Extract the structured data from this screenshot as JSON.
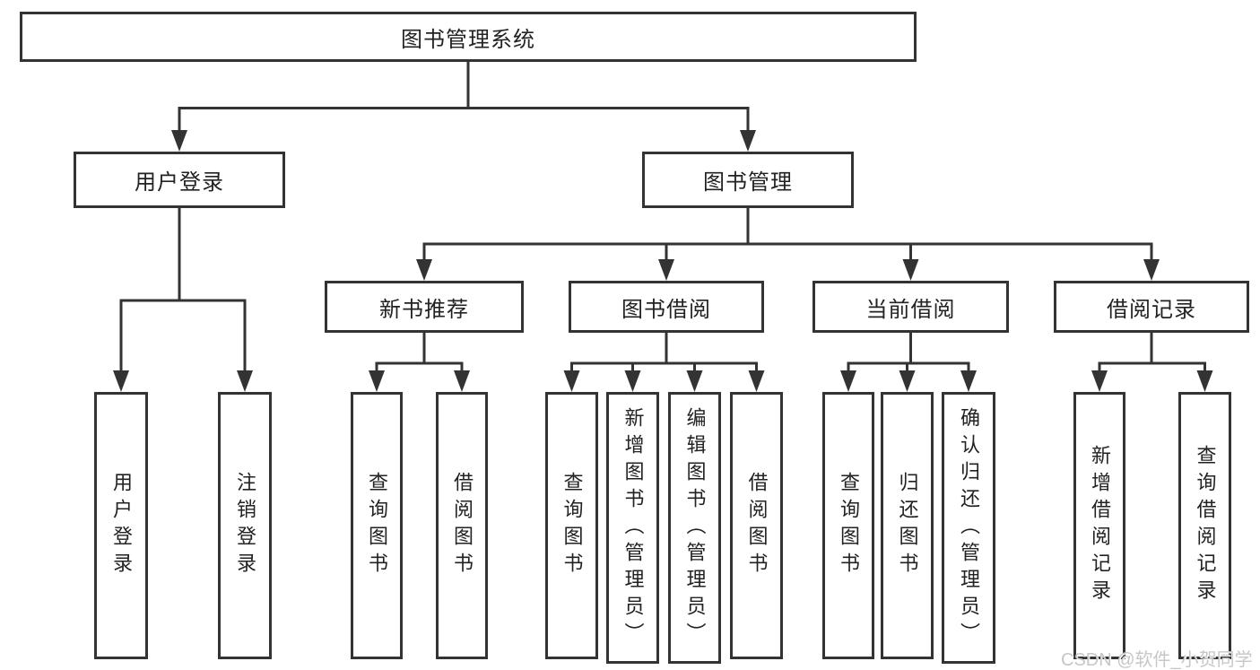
{
  "diagram_type": "tree",
  "colors": {
    "line": "#333333",
    "box_border": "#333333",
    "box_fill": "#ffffff",
    "text": "#222222",
    "watermark": "#c7c7c7"
  },
  "nodes": {
    "root": "图书管理系统",
    "l2": [
      "用户登录",
      "图书管理"
    ],
    "l3": [
      "新书推荐",
      "图书借阅",
      "当前借阅",
      "借阅记录"
    ],
    "leaves": [
      "用户登录",
      "注销登录",
      "查询图书",
      "借阅图书",
      "查询图书",
      "新增图书（管理员）",
      "编辑图书（管理员）",
      "借阅图书",
      "查询图书",
      "归还图书",
      "确认归还（管理员）",
      "新增借阅记录",
      "查询借阅记录"
    ]
  },
  "hierarchy": {
    "图书管理系统": [
      "用户登录",
      "图书管理"
    ],
    "用户登录": [
      "用户登录",
      "注销登录"
    ],
    "图书管理": [
      "新书推荐",
      "图书借阅",
      "当前借阅",
      "借阅记录"
    ],
    "新书推荐": [
      "查询图书",
      "借阅图书"
    ],
    "图书借阅": [
      "查询图书",
      "新增图书（管理员）",
      "编辑图书（管理员）",
      "借阅图书"
    ],
    "当前借阅": [
      "查询图书",
      "归还图书",
      "确认归还（管理员）"
    ],
    "借阅记录": [
      "新增借阅记录",
      "查询借阅记录"
    ]
  },
  "watermark": "CSDN @软件_小贺同学"
}
